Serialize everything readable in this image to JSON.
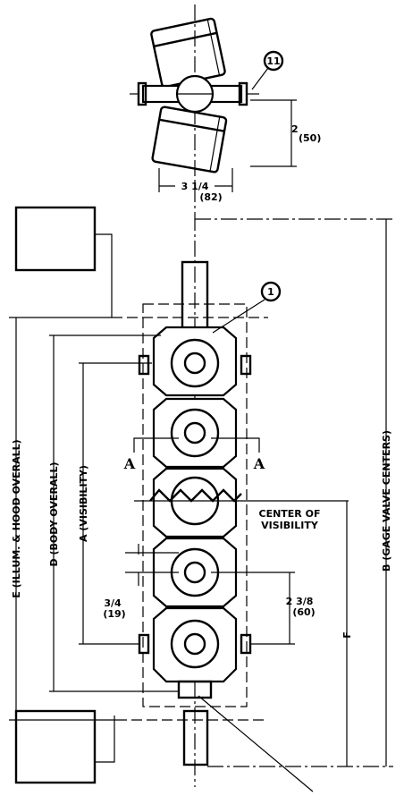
{
  "dimensions": {
    "top_width": "3 1/4",
    "top_width_mm": "(82)",
    "top_height": "2",
    "top_height_mm": "(50)",
    "hex_width": "3/4",
    "hex_width_mm": "(19)",
    "spacing": "2 3/8",
    "spacing_mm": "(60)"
  },
  "labels": {
    "balloon_11": "11",
    "balloon_1": "1",
    "section_a_left": "A",
    "section_a_right": "A",
    "center_line1": "CENTER OF",
    "center_line2": "VISIBILITY",
    "dim_e": "E (ILLUM. & HOOD OVERALL)",
    "dim_d": "D (BODY OVERALL)",
    "dim_a": "A (VISIBILITY)",
    "dim_b": "B (GAGE VALVE CENTERS)",
    "dim_f": "F"
  }
}
